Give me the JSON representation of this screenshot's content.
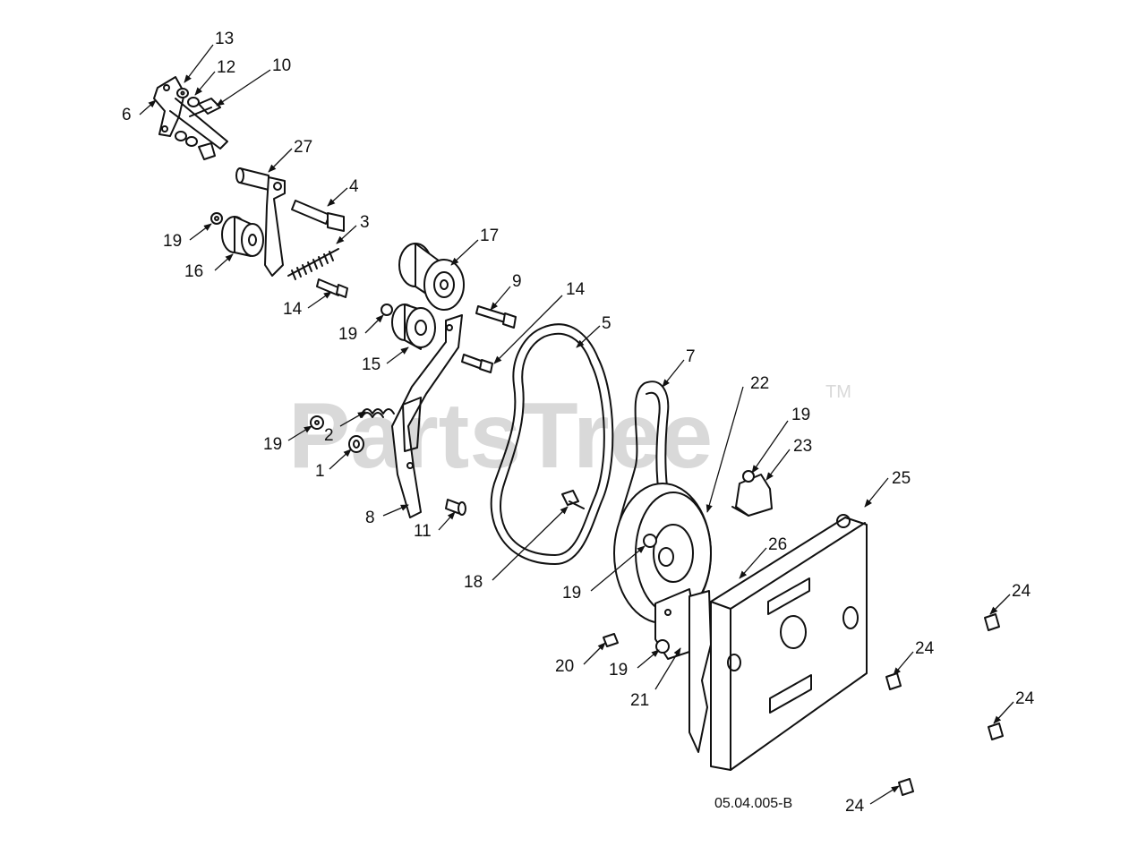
{
  "watermark": {
    "text": "PartsTree",
    "trademark": "TM"
  },
  "diagram_ref": "05.04.005-B",
  "callouts": [
    "13",
    "12",
    "10",
    "6",
    "27",
    "4",
    "3",
    "19",
    "16",
    "14",
    "17",
    "9",
    "14",
    "19",
    "15",
    "5",
    "7",
    "22",
    "19",
    "23",
    "2",
    "19",
    "1",
    "8",
    "11",
    "18",
    "25",
    "26",
    "19",
    "24",
    "20",
    "19",
    "21",
    "24",
    "24",
    "24"
  ]
}
